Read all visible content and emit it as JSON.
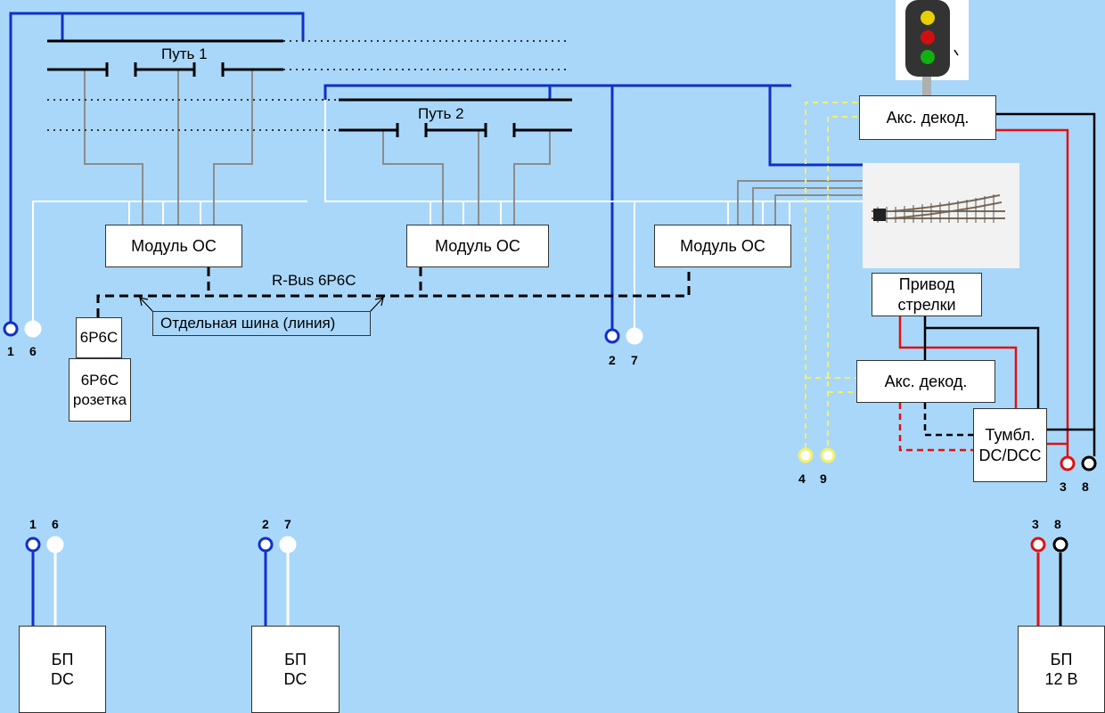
{
  "colors": {
    "background": "#a9d7f9",
    "blue_wire": "#1030c8",
    "white_wire": "#ffffff",
    "gray_wire": "#8c8c8c",
    "red_wire": "#e01010",
    "black_wire": "#000000",
    "yellow_wire": "#f4f06a"
  },
  "tracks": {
    "track1_label": "Путь 1",
    "track2_label": "Путь 2"
  },
  "modules": {
    "module1": "Модуль ОС",
    "module2": "Модуль ОС",
    "module3": "Модуль ОС"
  },
  "bus": {
    "label": "R-Bus 6P6C",
    "separate_line": "Отдельная шина (линия)",
    "plug": "6P6C",
    "socket": "6P6C\nрозетка"
  },
  "decoders": {
    "top": "Акс. декод.",
    "bottom": "Акс. декод."
  },
  "turnout": {
    "drive": "Привод\nстрелки",
    "image_label": "turnout-track-photo"
  },
  "toggle": "Тумбл.\nDC/DCC",
  "signal": {
    "lamps": [
      "yellow",
      "red",
      "green"
    ]
  },
  "terminals": {
    "t1": "1",
    "t6": "6",
    "t2": "2",
    "t7": "7",
    "t4": "4",
    "t9": "9",
    "t3": "3",
    "t8": "8"
  },
  "power": {
    "psu1": "БП\nDC",
    "psu2": "БП\nDC",
    "psu3": "БП\n12 В"
  }
}
